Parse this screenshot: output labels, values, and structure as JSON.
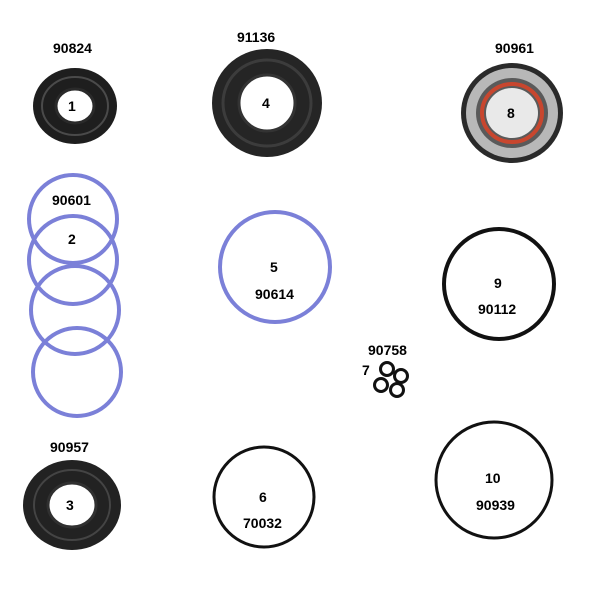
{
  "colors": {
    "background": "#ffffff",
    "oil_seal_rubber": "#262626",
    "oil_seal_inner": "#3a3a3a",
    "teflon_ring_blue": "#7b80d8",
    "o_ring_black": "#111111",
    "seal_lip_orange": "#c8462e",
    "metal_case": "#b8b8b8"
  },
  "parts": [
    {
      "position": "1",
      "part_number": "90824",
      "kind": "oil-seal"
    },
    {
      "position": "2",
      "part_number": "90601",
      "kind": "teflon-ring"
    },
    {
      "position": "3",
      "part_number": "90957",
      "kind": "oil-seal"
    },
    {
      "position": "4",
      "part_number": "91136",
      "kind": "oil-seal"
    },
    {
      "position": "5",
      "part_number": "90614",
      "kind": "teflon-ring"
    },
    {
      "position": "6",
      "part_number": "70032",
      "kind": "o-ring"
    },
    {
      "position": "7",
      "part_number": "90758",
      "kind": "o-ring-set"
    },
    {
      "position": "8",
      "part_number": "90961",
      "kind": "oil-seal-metal"
    },
    {
      "position": "9",
      "part_number": "90112",
      "kind": "o-ring"
    },
    {
      "position": "10",
      "part_number": "90939",
      "kind": "o-ring"
    }
  ]
}
